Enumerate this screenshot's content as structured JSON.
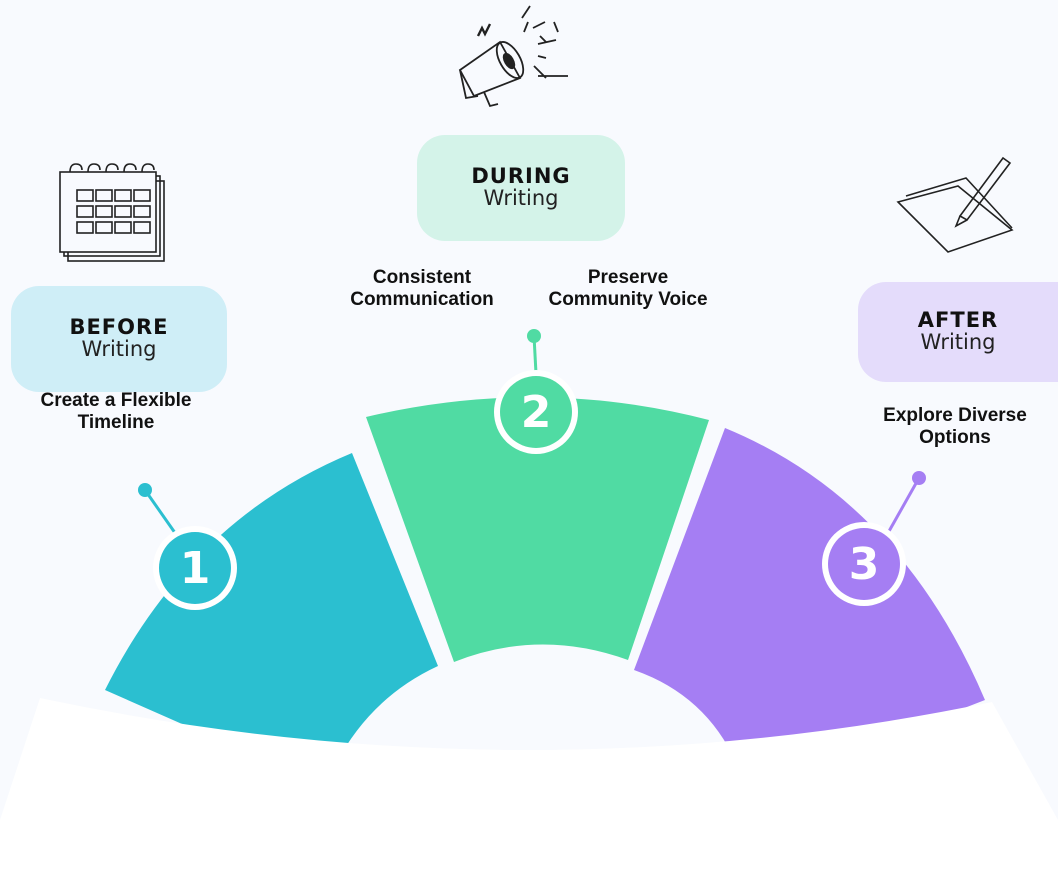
{
  "phases": [
    {
      "title": "BEFORE",
      "subtitle": "Writing",
      "number": "1",
      "tips": [
        "Create a Flexible\nTimeline"
      ],
      "icon": "calendar-icon",
      "color": "#2bbfd0",
      "box_color": "#cfeef7"
    },
    {
      "title": "DURING",
      "subtitle": "Writing",
      "number": "2",
      "tips": [
        "Consistent\nCommunication",
        "Preserve\nCommunity Voice"
      ],
      "icon": "megaphone-icon",
      "color": "#50dba3",
      "box_color": "#d4f3e9"
    },
    {
      "title": "AFTER",
      "subtitle": "Writing",
      "number": "3",
      "tips": [
        "Explore Diverse\nOptions"
      ],
      "icon": "paper-pencil-icon",
      "color": "#a57ef3",
      "box_color": "#e4dcfb"
    }
  ]
}
